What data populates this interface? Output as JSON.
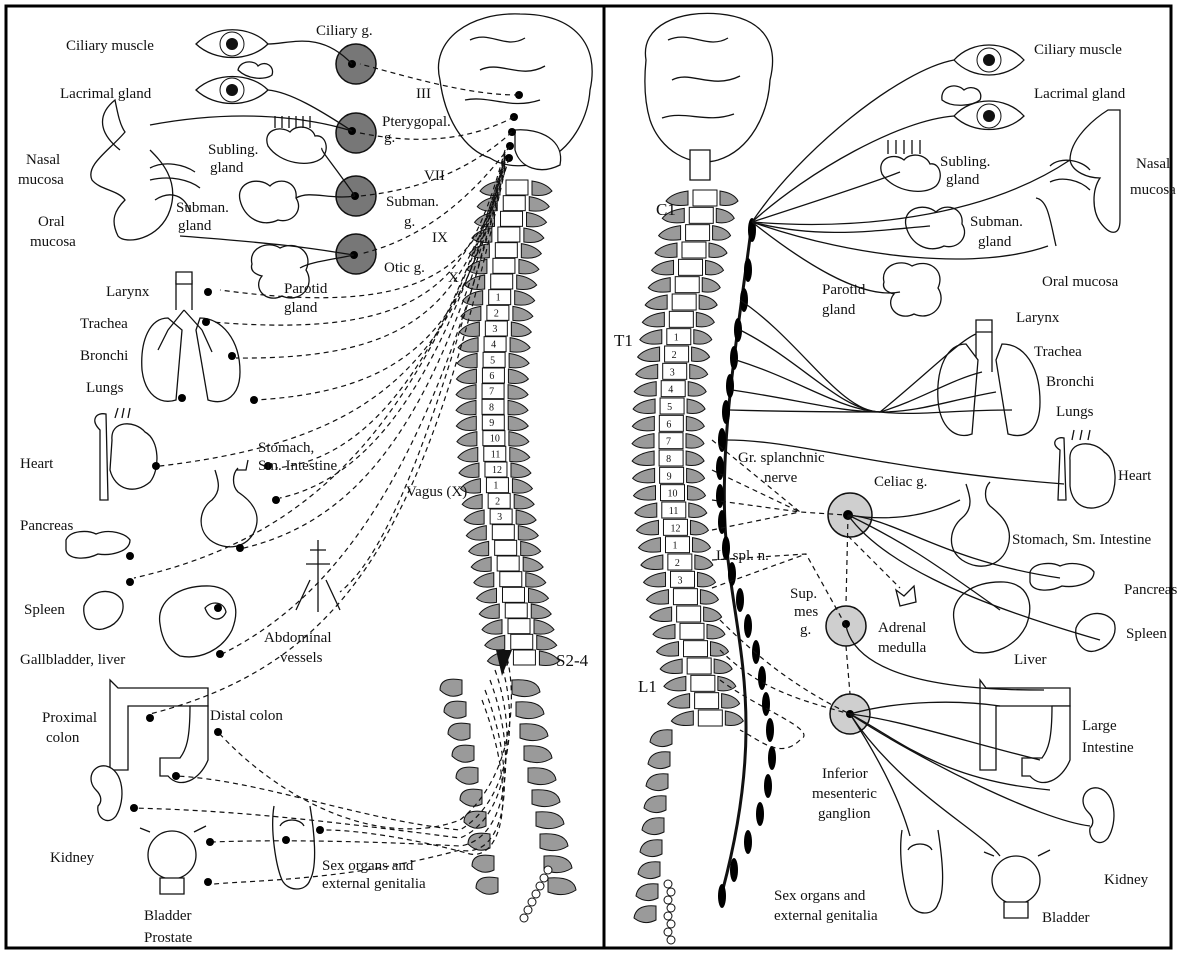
{
  "left_panel": {
    "labels": {
      "ciliary_muscle": "Ciliary muscle",
      "ciliary_g": "Ciliary g.",
      "lacrimal_gland": "Lacrimal gland",
      "pterygopal_g_1": "Pterygopal.",
      "pterygopal_g_2": "g.",
      "nasal_mucosa_1": "Nasal",
      "nasal_mucosa_2": "mucosa",
      "subling_gland_1": "Subling.",
      "subling_gland_2": "gland",
      "oral_mucosa_1": "Oral",
      "oral_mucosa_2": "mucosa",
      "subman_gland_1": "Subman.",
      "subman_gland_2": "gland",
      "subman_g_1": "Subman.",
      "subman_g_2": "g.",
      "otic_g": "Otic g.",
      "parotid_gland_1": "Parotid",
      "parotid_gland_2": "gland",
      "cn_iii": "III",
      "cn_vii": "VII",
      "cn_ix": "IX",
      "cn_x": "X",
      "larynx": "Larynx",
      "trachea": "Trachea",
      "bronchi": "Bronchi",
      "lungs": "Lungs",
      "heart": "Heart",
      "stomach_1": "Stomach,",
      "stomach_2": "Sm. Intestine",
      "vagus": "Vagus (X)",
      "pancreas": "Pancreas",
      "spleen": "Spleen",
      "abdominal_1": "Abdominal",
      "abdominal_2": "vessels",
      "gallbladder_liver": "Gallbladder, liver",
      "proximal_colon_1": "Proximal",
      "proximal_colon_2": "colon",
      "distal_colon": "Distal colon",
      "kidney": "Kidney",
      "sex_organs_1": "Sex organs and",
      "sex_organs_2": "external genitalia",
      "bladder": "Bladder",
      "prostate": "Prostate",
      "s2_4": "S2-4"
    },
    "vertebra_numbers": [
      "1",
      "2",
      "3",
      "4",
      "5",
      "6",
      "7",
      "8",
      "9",
      "10",
      "11",
      "12",
      "1",
      "2",
      "3"
    ]
  },
  "right_panel": {
    "labels": {
      "ciliary_muscle": "Ciliary  muscle",
      "lacrimal_gland": "Lacrimal gland",
      "c1": "C1",
      "subling_gland_1": "Subling.",
      "subling_gland_2": "gland",
      "nasal_mucosa_1": "Nasal",
      "nasal_mucosa_2": "mucosa",
      "subman_gland_1": "Subman.",
      "subman_gland_2": "gland",
      "oral_mucosa": "Oral  mucosa",
      "parotid_gland_1": "Parotid",
      "parotid_gland_2": "gland",
      "t1": "T1",
      "larynx": "Larynx",
      "trachea": "Trachea",
      "bronchi": "Bronchi",
      "lungs": "Lungs",
      "gr_splanchnic_1": "Gr. splanchnic",
      "gr_splanchnic_2": "nerve",
      "celiac_g": "Celiac g.",
      "heart": "Heart",
      "stomach": "Stomach, Sm. Intestine",
      "l_spl_n": "L. spl. n.",
      "pancreas": "Pancreas",
      "sup_mes_1": "Sup.",
      "sup_mes_2": "mes",
      "sup_mes_3": "g.",
      "adrenal_1": "Adrenal",
      "adrenal_2": "medulla",
      "spleen": "Spleen",
      "liver": "Liver",
      "l1": "L1",
      "large_intestine_1": "Large",
      "large_intestine_2": "Intestine",
      "inferior_mes_1": "Inferior",
      "inferior_mes_2": "mesenteric",
      "inferior_mes_3": "ganglion",
      "kidney": "Kidney",
      "sex_organs_1": "Sex organs and",
      "sex_organs_2": "external genitalia",
      "bladder": "Bladder"
    },
    "vertebra_numbers": [
      "1",
      "2",
      "3",
      "4",
      "5",
      "6",
      "7",
      "8",
      "9",
      "10",
      "11",
      "12",
      "1",
      "2",
      "3"
    ]
  }
}
